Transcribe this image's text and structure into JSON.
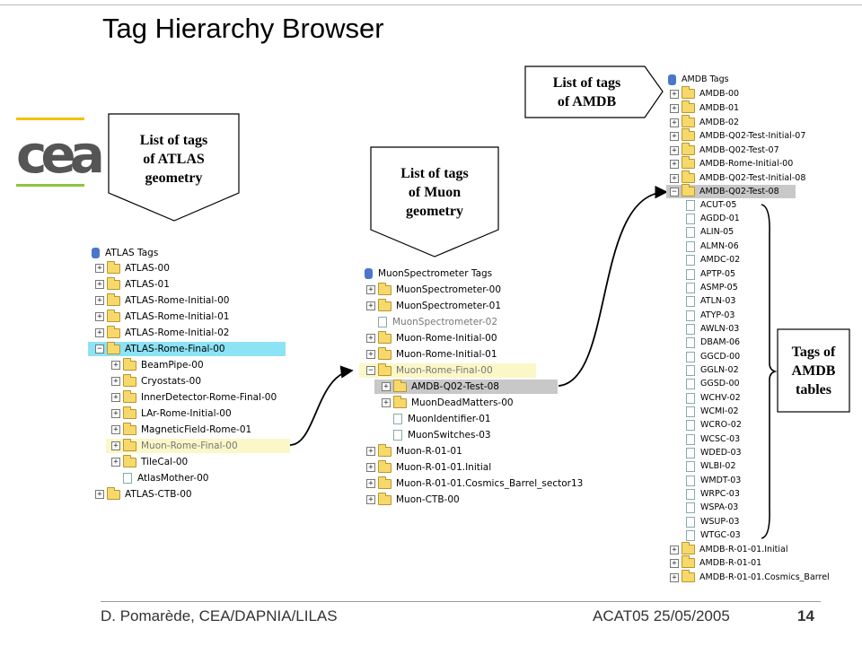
{
  "slide": {
    "title": "Tag Hierarchy Browser",
    "logo_text": "cea",
    "footer_left": "D. Pomarède, CEA/DAPNIA/LILAS",
    "footer_center": "ACAT05 25/05/2005",
    "page_number": "14"
  },
  "callouts": {
    "atlas": [
      "List of tags",
      "of ATLAS",
      "geometry"
    ],
    "muon": [
      "List of tags",
      "of Muon",
      "geometry"
    ],
    "amdb": [
      "List of tags",
      "of AMDB"
    ],
    "tables": [
      "Tags of",
      "AMDB",
      "tables"
    ]
  },
  "atlas_tree": {
    "root": "ATLAS Tags",
    "items": [
      "ATLAS-00",
      "ATLAS-01",
      "ATLAS-Rome-Initial-00",
      "ATLAS-Rome-Initial-01",
      "ATLAS-Rome-Initial-02",
      "ATLAS-Rome-Final-00",
      "BeamPipe-00",
      "Cryostats-00",
      "InnerDetector-Rome-Final-00",
      "LAr-Rome-Initial-00",
      "MagneticField-Rome-01",
      "Muon-Rome-Final-00",
      "TileCal-00",
      "AtlasMother-00",
      "ATLAS-CTB-00"
    ]
  },
  "muon_tree": {
    "root": "MuonSpectrometer Tags",
    "items": [
      "MuonSpectrometer-00",
      "MuonSpectrometer-01",
      "MuonSpectrometer-02",
      "Muon-Rome-Initial-00",
      "Muon-Rome-Initial-01",
      "Muon-Rome-Final-00",
      "AMDB-Q02-Test-08",
      "MuonDeadMatters-00",
      "MuonIdentifier-01",
      "MuonSwitches-03",
      "Muon-R-01-01",
      "Muon-R-01-01.Initial",
      "Muon-R-01-01.Cosmics_Barrel_sector13",
      "Muon-CTB-00"
    ]
  },
  "amdb_tree": {
    "root": "AMDB Tags",
    "items": [
      "AMDB-00",
      "AMDB-01",
      "AMDB-02",
      "AMDB-Q02-Test-Initial-07",
      "AMDB-Q02-Test-07",
      "AMDB-Rome-Initial-00",
      "AMDB-Q02-Test-Initial-08",
      "AMDB-Q02-Test-08",
      "ACUT-05",
      "AGDD-01",
      "ALIN-05",
      "ALMN-06",
      "AMDC-02",
      "APTP-05",
      "ASMP-05",
      "ATLN-03",
      "ATYP-03",
      "AWLN-03",
      "DBAM-06",
      "GGCD-00",
      "GGLN-02",
      "GGSD-00",
      "WCHV-02",
      "WCMI-02",
      "WCRO-02",
      "WCSC-03",
      "WDED-03",
      "WLBI-02",
      "WMDT-03",
      "WRPC-03",
      "WSPA-03",
      "WSUP-03",
      "WTGC-03",
      "AMDB-R-01-01.Initial",
      "AMDB-R-01-01",
      "AMDB-R-01-01.Cosmics_Barrel"
    ]
  },
  "colors": {
    "highlight_cyan": "#8de3f6",
    "highlight_yellow": "#fbf7c8",
    "highlight_gray": "#c8c8c8",
    "logo_yellow": "#f2c200",
    "logo_green": "#8cc63f"
  }
}
